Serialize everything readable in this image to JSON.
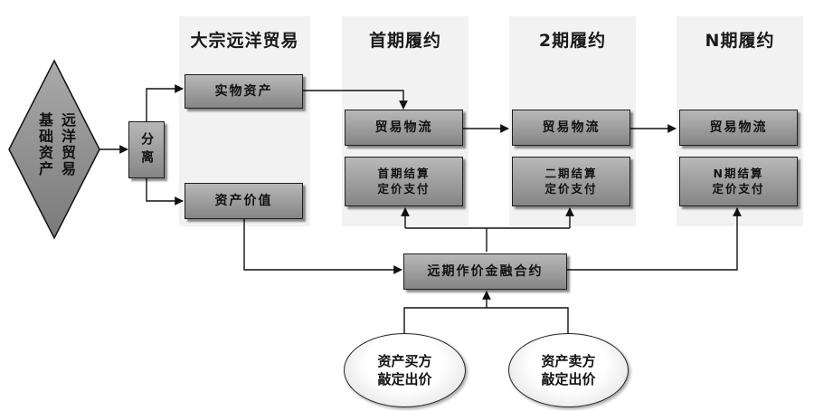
{
  "columns": [
    {
      "title": "大宗远洋贸易"
    },
    {
      "title": "首期履约"
    },
    {
      "title": "2期履约"
    },
    {
      "title": "N期履约"
    }
  ],
  "diamond": {
    "line1": "远洋贸易",
    "line2": "基础资产"
  },
  "split": {
    "label": "分离"
  },
  "physical_asset": "实物资产",
  "asset_value": "资产价值",
  "logistics": [
    "贸易物流",
    "贸易物流",
    "贸易物流"
  ],
  "settlement": [
    {
      "line1": "首期结算",
      "line2": "定价支付"
    },
    {
      "line1": "二期结算",
      "line2": "定价支付"
    },
    {
      "line1": "N期结算",
      "line2": "定价支付"
    }
  ],
  "forward_contract": "远期作价金融合约",
  "buyer": {
    "line1": "资产买方",
    "line2": "敲定出价"
  },
  "seller": {
    "line1": "资产卖方",
    "line2": "敲定出价"
  }
}
